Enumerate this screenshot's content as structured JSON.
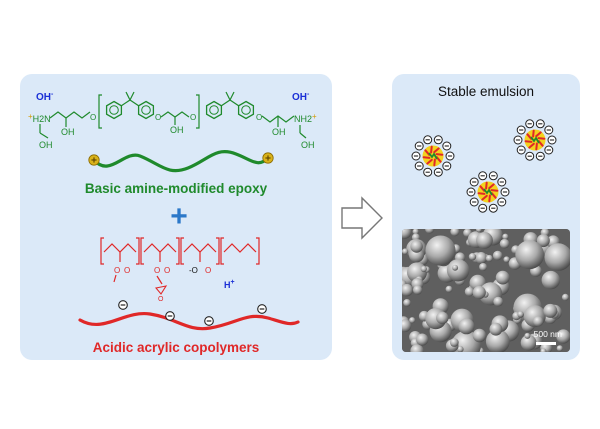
{
  "epoxy": {
    "left_ion": "OH",
    "right_ion": "OH",
    "left_amine_group": "H2N",
    "right_amine_group": "NH2",
    "hydroxyl": "OH",
    "ether_o": "O",
    "label": "Basic amine-modified epoxy"
  },
  "plus_sign": "+",
  "acrylic": {
    "carboxylate": "-O",
    "carbonyl_o": "O",
    "ester_o": "O",
    "proton": "H+",
    "label": "Acidic acrylic copolymers"
  },
  "emulsion": {
    "title": "Stable emulsion",
    "scale_label": "500 nm"
  },
  "colors": {
    "panel_bg": "#dbe9f8",
    "epoxy_green": "#1f8a2c",
    "acrylic_red": "#e02828",
    "amine_orange": "#d49a00",
    "ion_blue": "#1a2fd6"
  },
  "icons": {
    "arrow": "hollow-right-arrow-icon",
    "anion": "minus-circle-icon",
    "cation": "plus-circle-icon",
    "particle": "emulsion-particle-icon"
  }
}
